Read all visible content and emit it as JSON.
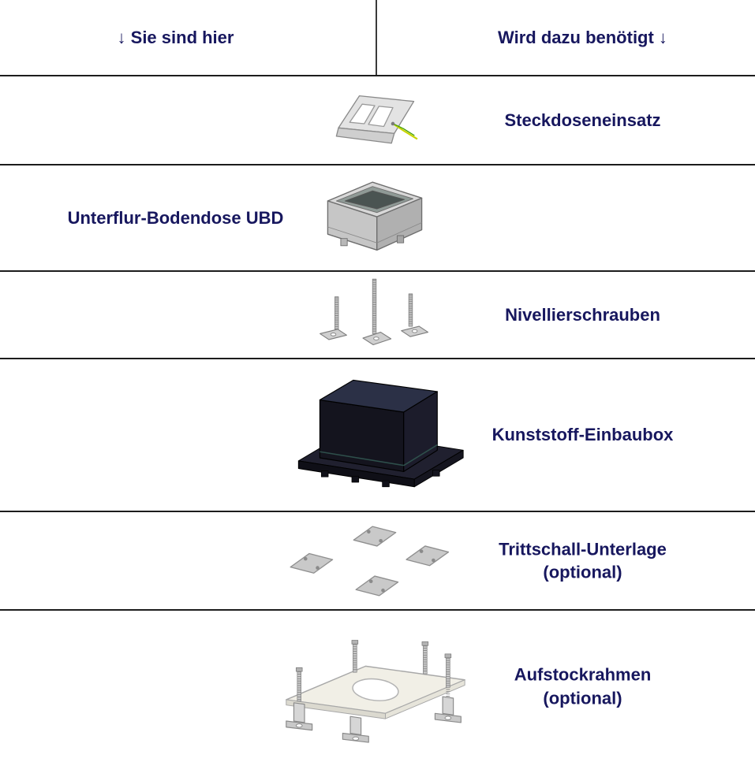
{
  "header": {
    "left": "↓ Sie sind hier",
    "right": "Wird dazu benötigt ↓"
  },
  "rows": [
    {
      "name": "steckdoseneinsatz",
      "label_side": "right",
      "label": "Steckdoseneinsatz",
      "sublabel": "",
      "image": "socket-insert-3d"
    },
    {
      "name": "unterflur-bodendose-ubd",
      "label_side": "left",
      "label": "Unterflur-Bodendose UBD",
      "sublabel": "",
      "image": "underfloor-box-3d"
    },
    {
      "name": "nivellierschrauben",
      "label_side": "right",
      "label": "Nivellierschrauben",
      "sublabel": "",
      "image": "leveling-screws-3d"
    },
    {
      "name": "kunststoff-einbaubox",
      "label_side": "right",
      "label": "Kunststoff-Einbaubox",
      "sublabel": "",
      "image": "plastic-mounting-box-3d"
    },
    {
      "name": "trittschall-unterlage",
      "label_side": "right",
      "label": "Trittschall-Unterlage",
      "sublabel": "(optional)",
      "image": "impact-sound-pads-3d"
    },
    {
      "name": "aufstockrahmen",
      "label_side": "right",
      "label": "Aufstockrahmen",
      "sublabel": "(optional)",
      "image": "extension-frame-3d"
    }
  ],
  "colors": {
    "text": "#17175e",
    "divider_line": "#1c1c1c",
    "background": "#ffffff",
    "dark_box": "#14141e",
    "metal_gray": "#c6c6c6",
    "wire_green_yellow": "#9ec400"
  }
}
